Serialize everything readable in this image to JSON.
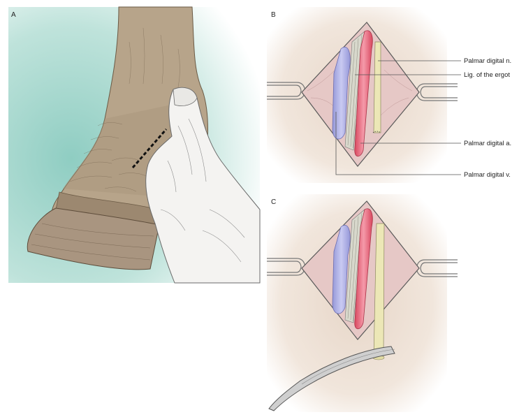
{
  "panels": {
    "a": {
      "letter": "A"
    },
    "b": {
      "letter": "B"
    },
    "c": {
      "letter": "C"
    }
  },
  "labels": {
    "palmar_digital_n": "Palmar digital n.",
    "lig_of_the_ergot": "Lig. of the ergot",
    "palmar_digital_a": "Palmar digital a.",
    "palmar_digital_v": "Palmar digital v."
  },
  "colors": {
    "background_teal": "#a9d8cf",
    "skin_tan": "#b7a48a",
    "hoof": "#a99580",
    "glove": "#f4f3f1",
    "tissue_pink": "#e6c8c6",
    "vein": "#b3b4e6",
    "artery": "#e86a80",
    "nerve": "#ece7b6",
    "ligament": "#d8d8cc"
  }
}
